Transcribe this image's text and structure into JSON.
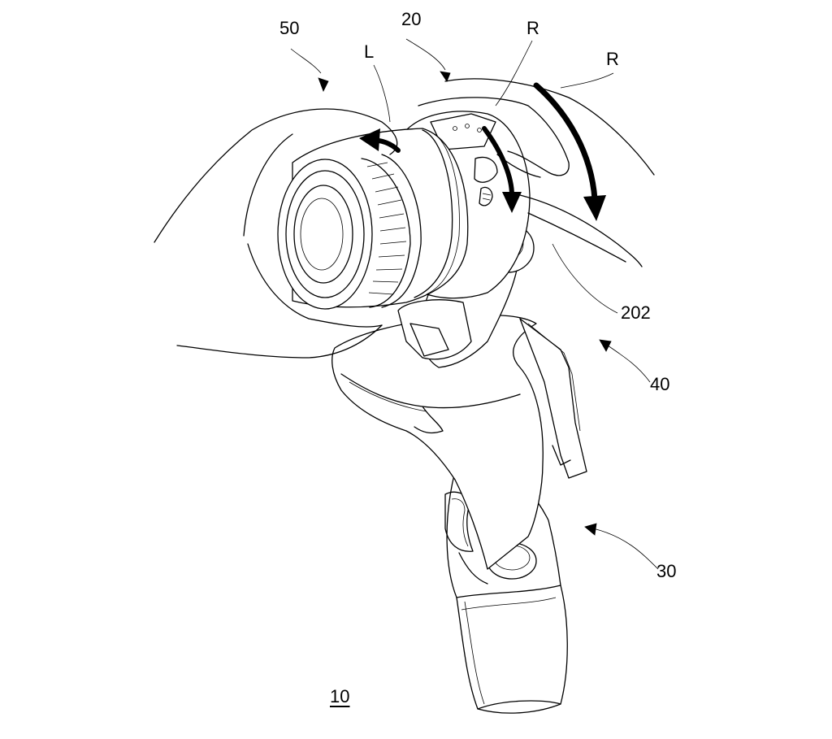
{
  "labels": {
    "ref_50": "50",
    "ref_L": "L",
    "ref_20": "20",
    "ref_R_upper": "R",
    "ref_R_outer": "R",
    "ref_202": "202",
    "ref_40": "40",
    "ref_30": "30",
    "ref_10": "10"
  },
  "colors": {
    "line": "#000000",
    "background": "#ffffff"
  }
}
